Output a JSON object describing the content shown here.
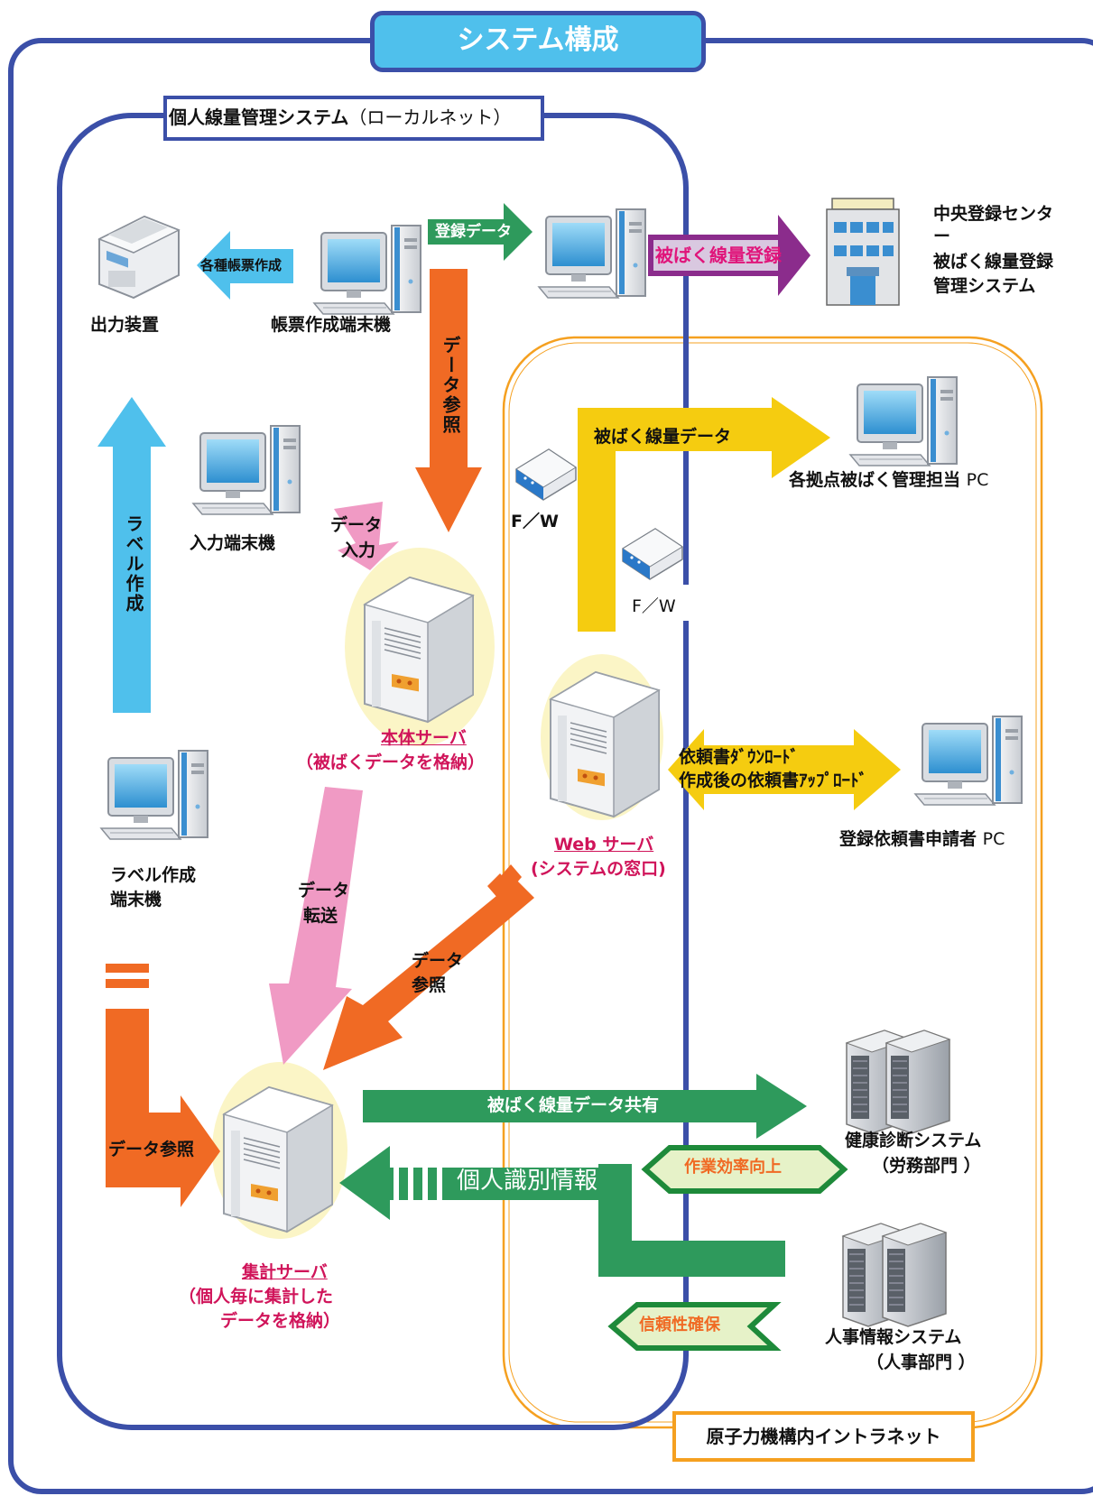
{
  "title": "システム構成",
  "local_system": {
    "name": "個人線量管理システム",
    "suffix": "（ローカルネット）"
  },
  "intranet_label": "原子力機構内イントラネット",
  "central": {
    "line1": "中央登録センタ",
    "line2": "ー",
    "line3": "被ばく線量登録",
    "line4": "管理システム"
  },
  "devices": {
    "output": "出力装置",
    "form_terminal": "帳票作成端末機",
    "input_terminal": "入力端末機",
    "label_terminal_1": "ラベル作成",
    "label_terminal_2": "端末機",
    "fw1": "F／W",
    "fw2": "F／W",
    "site_pc_bold": "各拠点被ばく管理担当",
    "site_pc_suffix": "PC",
    "applicant_pc_bold": "登録依頼書申請者",
    "applicant_pc_suffix": "PC",
    "health_1": "健康診断システム",
    "health_2": "（労務部門 ）",
    "hr_1": "人事情報システム",
    "hr_2": "（人事部門 ）"
  },
  "servers": {
    "main_name": "本体サーバ",
    "main_desc": "（被ばくデータを格納）",
    "web_name": "Web サーバ",
    "web_desc": "(システムの窓口)",
    "agg_name": "集計サーバ",
    "agg_desc1": "（個人毎に集計した",
    "agg_desc2": "データを格納）"
  },
  "arrows": {
    "forms": "各種帳票作成",
    "reg_data": "登録データ",
    "dose_reg": "被ばく線量登録",
    "data_ref_top": "データ参照",
    "dose_data": "被ばく線量データ",
    "data_input_1": "データ",
    "data_input_2": "入力",
    "label_make": "ラベル作成",
    "request_dl": "依頼書ﾀﾞｳﾝﾛｰﾄﾞ",
    "request_ul": "作成後の依頼書ｱｯﾌﾟﾛｰﾄﾞ",
    "transfer_1": "データ",
    "transfer_2": "転送",
    "ref_mid_1": "データ",
    "ref_mid_2": "参照",
    "ref_left": "データ参照",
    "share": "被ばく線量データ共有",
    "personal_id": "個人識別情報",
    "efficiency": "作業効率向上",
    "reliability": "信頼性確保"
  },
  "colors": {
    "navy": "#3b4fa8",
    "cyan": "#4fc0ec",
    "orange": "#f06a24",
    "green": "#2e9a5c",
    "yellow": "#f5cc10",
    "pink": "#f09ac4",
    "purple": "#8b2c8c",
    "red_text": "#d0145a",
    "intranet_orange": "#f5a020"
  }
}
